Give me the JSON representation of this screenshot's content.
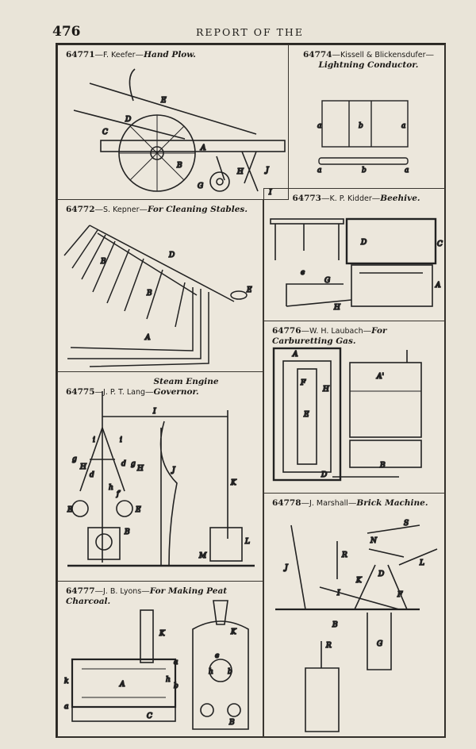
{
  "header": {
    "page_number": "476",
    "running_head": "REPORT OF THE"
  },
  "panels": [
    {
      "id": "64771",
      "number": "64771",
      "inventor": "F. Keefer",
      "subject": "Hand Plow."
    },
    {
      "id": "64774",
      "number": "64774",
      "inventor": "Kissell & Blickensdufer",
      "subject": "Lightning Conductor."
    },
    {
      "id": "64772",
      "number": "64772",
      "inventor": "S. Kepner",
      "subject": "For Cleaning Stables."
    },
    {
      "id": "64773",
      "number": "64773",
      "inventor": "K. P. Kidder",
      "subject": "Beehive."
    },
    {
      "id": "64776",
      "number": "64776",
      "inventor": "W. H. Laubach",
      "subject": "For Carburetting Gas."
    },
    {
      "id": "64775",
      "number": "64775",
      "inventor": "J. P. T. Lang",
      "subject": "Steam Engine Governor."
    },
    {
      "id": "64778",
      "number": "64778",
      "inventor": "J. Marshall",
      "subject": "Brick Machine."
    },
    {
      "id": "64777",
      "number": "64777",
      "inventor": "J. B. Lyons",
      "subject": "For Making Peat Charcoal."
    }
  ],
  "figure_labels": {
    "plow": [
      "E",
      "D",
      "C",
      "A",
      "B",
      "G",
      "H",
      "J",
      "I"
    ],
    "lightning": [
      "a",
      "b",
      "a",
      "a",
      "b",
      "a"
    ],
    "stables": [
      "D",
      "B",
      "B",
      "E",
      "A"
    ],
    "beehive": [
      "D",
      "C",
      "e",
      "G",
      "A",
      "H"
    ],
    "gas": [
      "A",
      "F",
      "H",
      "E",
      "A'",
      "D",
      "B"
    ],
    "governor": [
      "I",
      "i",
      "i",
      "H",
      "g",
      "d",
      "d",
      "g",
      "H",
      "h",
      "f",
      "E",
      "E",
      "B",
      "J",
      "K",
      "L",
      "M"
    ],
    "brick": [
      "S",
      "N",
      "J",
      "R",
      "D",
      "L",
      "K",
      "I",
      "F",
      "B",
      "G",
      "R"
    ],
    "peat": [
      "K",
      "K",
      "a",
      "h",
      "A",
      "b",
      "k",
      "a",
      "C",
      "B",
      "e",
      "h",
      "b"
    ]
  },
  "palette": {
    "paper": "#e9e4d8",
    "ink": "#1c1a17",
    "frame": "#2a2723"
  }
}
